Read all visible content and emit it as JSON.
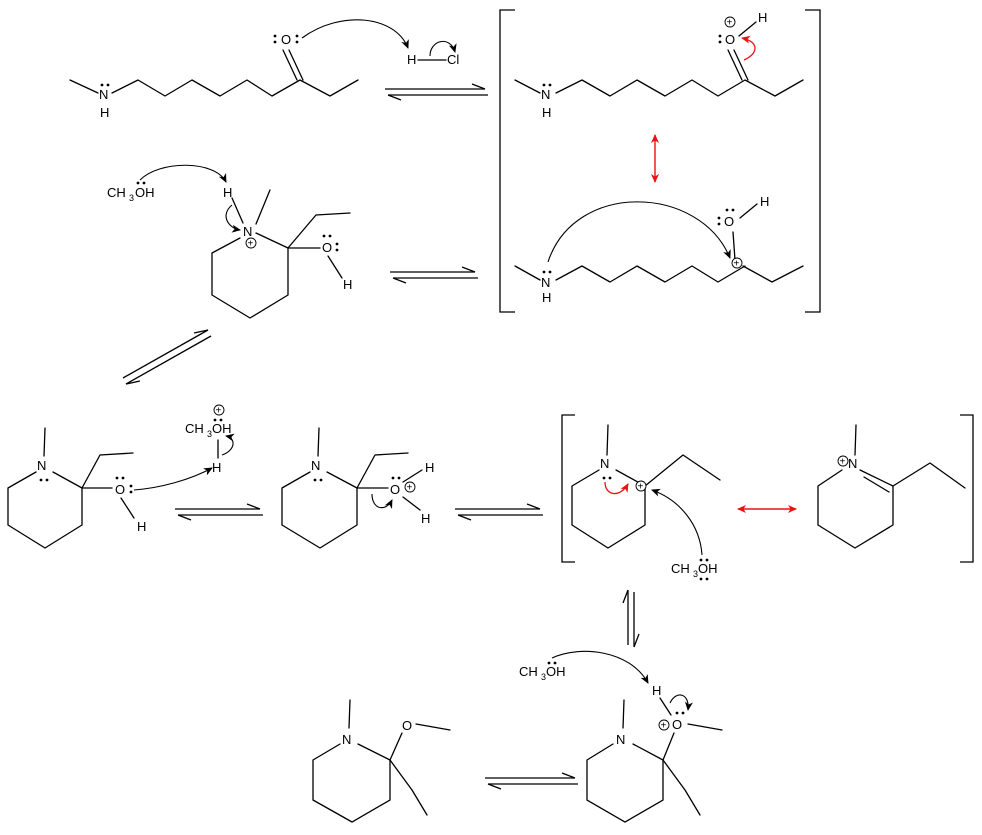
{
  "atoms": {
    "n": "N",
    "nh": "H",
    "o": "O",
    "h": "H",
    "cl": "Cl",
    "ch3": "CH",
    "sub3": "3",
    "oh": "OH"
  },
  "charges": {
    "plus": "+"
  },
  "colors": {
    "ink": "#000000",
    "accent": "#ee1111"
  }
}
